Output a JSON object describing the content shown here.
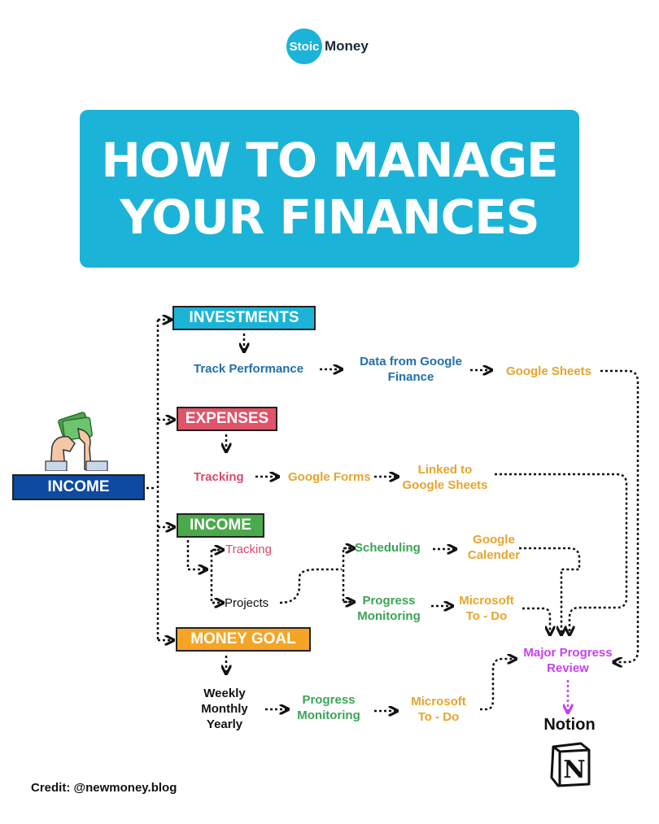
{
  "logo": {
    "circle_text": "Stoic",
    "text": "Money"
  },
  "title": {
    "line1": "HOW TO MANAGE",
    "line2": "YOUR FINANCES"
  },
  "income_main": "INCOME",
  "investments": {
    "label": "INVESTMENTS",
    "step1": "Track Performance",
    "step2": [
      "Data from Google",
      "Finance"
    ],
    "step3": "Google Sheets"
  },
  "expenses": {
    "label": "EXPENSES",
    "step1": "Tracking",
    "step2": "Google Forms",
    "step3": [
      "Linked to",
      "Google Sheets"
    ]
  },
  "income": {
    "label": "INCOME",
    "tracking": "Tracking",
    "projects": "Projects",
    "scheduling": "Scheduling",
    "calendar": [
      "Google",
      "Calender"
    ],
    "progress": [
      "Progress",
      "Monitoring"
    ],
    "todo": [
      "Microsoft",
      "To - Do"
    ]
  },
  "money_goal": {
    "label": "MONEY GOAL",
    "periods": [
      "Weekly",
      "Monthly",
      "Yearly"
    ],
    "progress": [
      "Progress",
      "Monitoring"
    ],
    "todo": [
      "Microsoft",
      "To - Do"
    ]
  },
  "review": [
    "Major Progress",
    "Review"
  ],
  "notion": {
    "label": "Notion",
    "logo_letter": "N"
  },
  "credit": "Credit: @newmoney.blog",
  "icons": {
    "money": "money-counting-icon",
    "notion": "notion-logo-icon"
  },
  "colors": {
    "accent": "#1bb4d8",
    "income": "#0d4aa0",
    "expenses": "#e0546a",
    "income_box": "#4aa94a",
    "goal": "#f4a526",
    "review": "#c83ff0"
  }
}
